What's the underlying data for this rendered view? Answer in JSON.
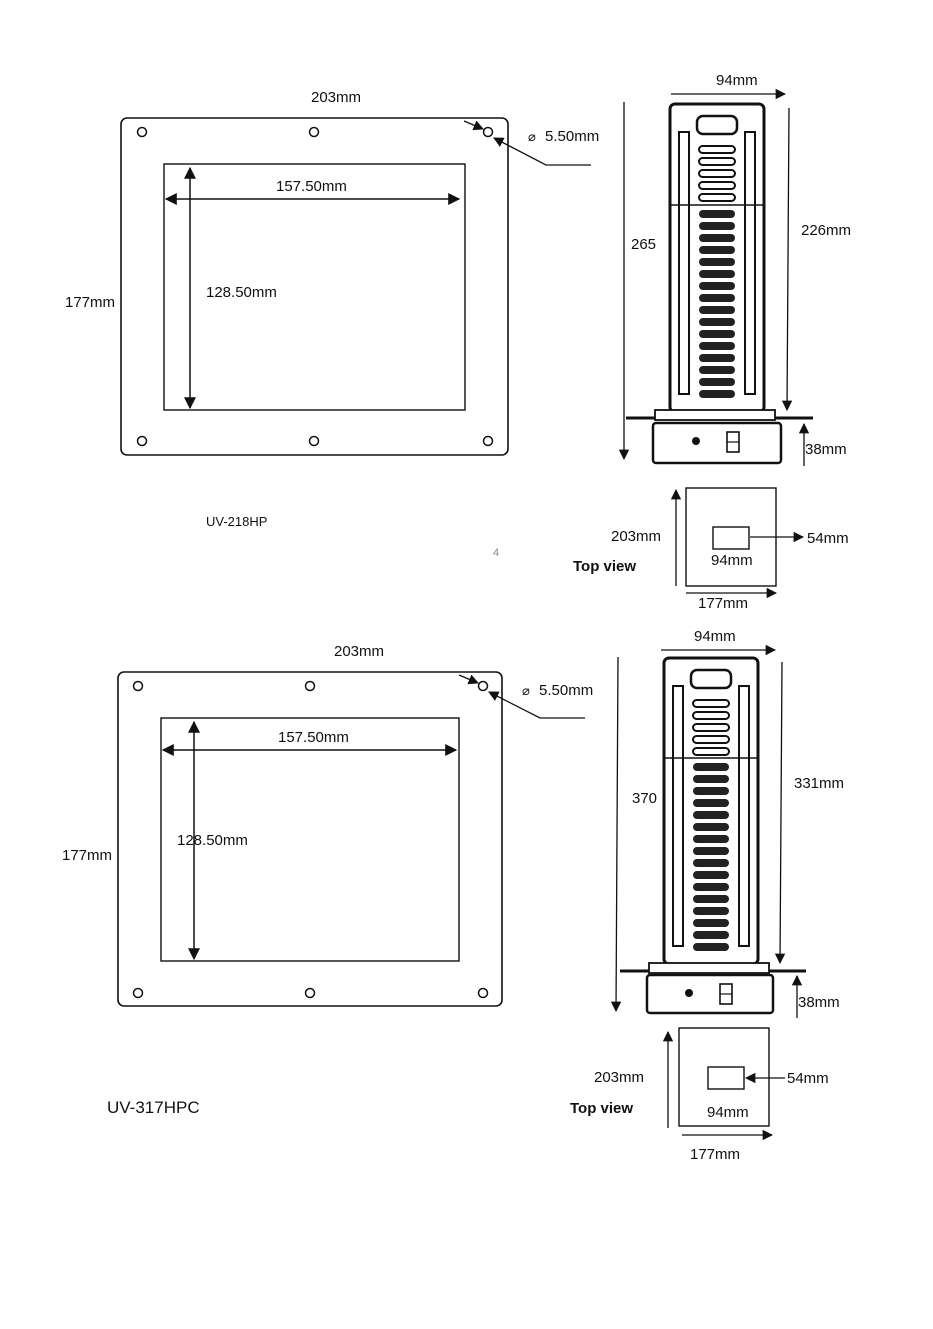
{
  "page_number": "4",
  "diagrams": [
    {
      "model": "UV-218HP",
      "plate": {
        "width": "203mm",
        "height": "177mm",
        "inner_width": "157.50mm",
        "inner_height": "128.50mm",
        "hole_dia_symbol": "⌀",
        "hole_dia": "5.50mm"
      },
      "side": {
        "width": "94mm",
        "total_height": "265",
        "body_height": "226mm",
        "base_height": "38mm"
      },
      "top_view": {
        "label": "Top view",
        "height": "203mm",
        "width": "177mm",
        "cutout_w": "94mm",
        "cutout_h": "54mm"
      }
    },
    {
      "model": "UV-317HPC",
      "plate": {
        "width": "203mm",
        "height": "177mm",
        "inner_width": "157.50mm",
        "inner_height": "128.50mm",
        "hole_dia_symbol": "⌀",
        "hole_dia": "5.50mm"
      },
      "side": {
        "width": "94mm",
        "total_height": "370",
        "body_height": "331mm",
        "base_height": "38mm"
      },
      "top_view": {
        "label": "Top view",
        "height": "203mm",
        "width": "177mm",
        "cutout_w": "94mm",
        "cutout_h": "54mm"
      }
    }
  ]
}
